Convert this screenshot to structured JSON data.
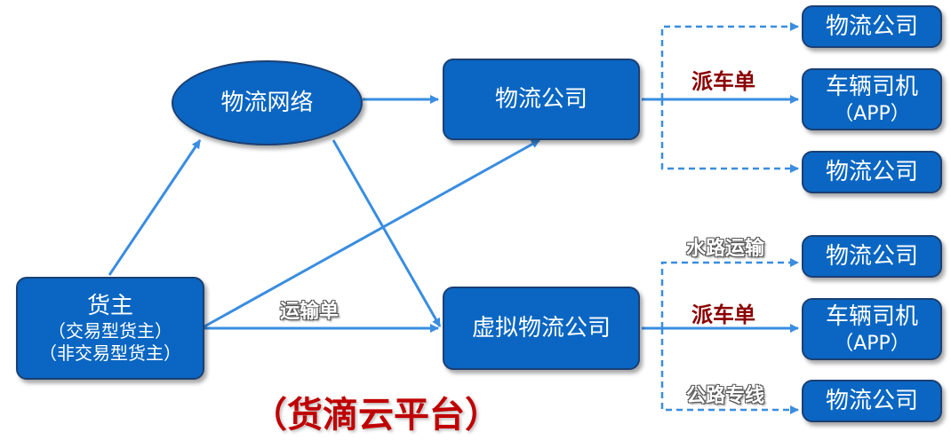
{
  "nodes": {
    "network": "物流网络",
    "company_main": "物流公司",
    "virtual_company": "虚拟物流公司",
    "shipper": {
      "title": "货主",
      "line1": "（交易型货主）",
      "line2": "（非交易型货主）"
    },
    "top_group": {
      "company_1": "物流公司",
      "driver": {
        "title": "车辆司机",
        "sub": "（APP）"
      },
      "company_2": "物流公司"
    },
    "bottom_group": {
      "company_1": "物流公司",
      "driver": {
        "title": "车辆司机",
        "sub": "（APP）"
      },
      "company_2": "物流公司"
    }
  },
  "edge_labels": {
    "dispatch_top": "派车单",
    "dispatch_bottom": "派车单",
    "transport_order": "运输单",
    "waterway": "水路运输",
    "highway_line": "公路专线"
  },
  "platform_title": "（货滴云平台）",
  "colors": {
    "node_fill": "#0a66c2",
    "node_border": "#1b3f73",
    "arrow": "#3a8de0",
    "dispatch_text": "#8b0000",
    "platform_text": "#c00000"
  }
}
